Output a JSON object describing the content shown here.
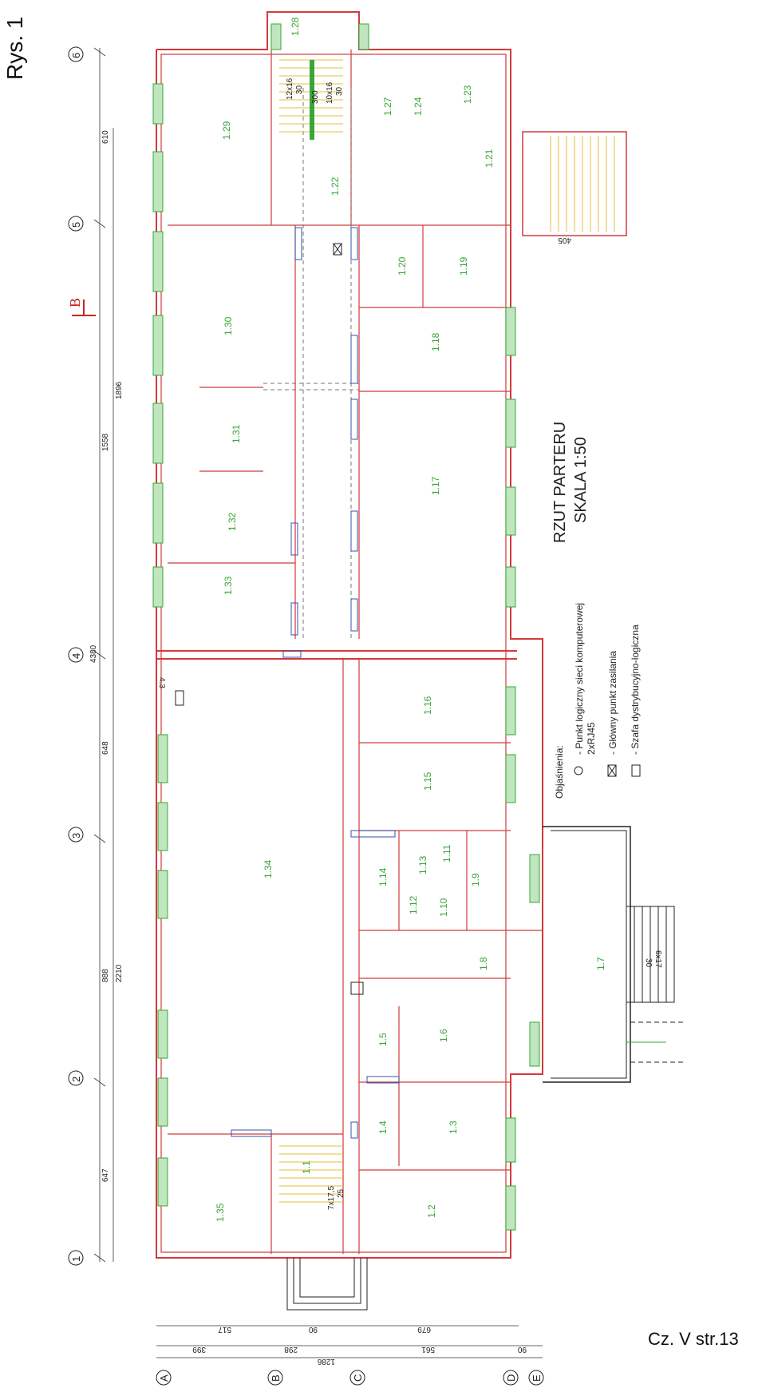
{
  "header": {
    "figure_label": "Rys. 1"
  },
  "footer": {
    "page_label": "Cz. V str.13"
  },
  "plan": {
    "title": "RZUT PARTERU",
    "scale": "SKALA 1:50",
    "section_marker": "B",
    "legend": {
      "heading": "Objaśnienia:",
      "items": [
        "- Punkt logiczny sieci komputerowej",
        "2xRJ45",
        "- Główny punkt zasilania",
        "- Szafa dystrybucyjno-logiczna"
      ]
    },
    "axes_numbered": [
      "1",
      "2",
      "3",
      "4",
      "5",
      "6"
    ],
    "axes_lettered": [
      "A",
      "B",
      "C",
      "D",
      "E"
    ],
    "dimensions_left": [
      "647",
      "888",
      "648",
      "1558",
      "610",
      "2210",
      "4380",
      "1896"
    ],
    "dimensions_bottom": [
      "517",
      "90",
      "679",
      "399",
      "298",
      "561",
      "90",
      "1286"
    ],
    "room_labels": [
      "1.28",
      "1.29",
      "1.22",
      "1.27",
      "1.24",
      "1.23",
      "1.21",
      "1.30",
      "1.20",
      "1.19",
      "1.18",
      "1.31",
      "1.17",
      "1.32",
      "1.33",
      "1.16",
      "1.15",
      "1.34",
      "1.14",
      "1.12",
      "1.13",
      "1.11",
      "1.10",
      "1.9",
      "1.8",
      "1.7",
      "1.5",
      "1.6",
      "1.4",
      "1.3",
      "1.35",
      "1.1",
      "1.2"
    ],
    "stairs": [
      {
        "text_a": "12x16",
        "text_b": "30"
      },
      {
        "text_a": "10x16",
        "text_b": "30"
      },
      {
        "text_a": "300",
        "text_b": ""
      },
      {
        "text_a": "7x17,5",
        "text_b": "25"
      },
      {
        "text_a": "6x17",
        "text_b": "30"
      }
    ],
    "misc_dims": [
      "405",
      "4.3"
    ]
  }
}
